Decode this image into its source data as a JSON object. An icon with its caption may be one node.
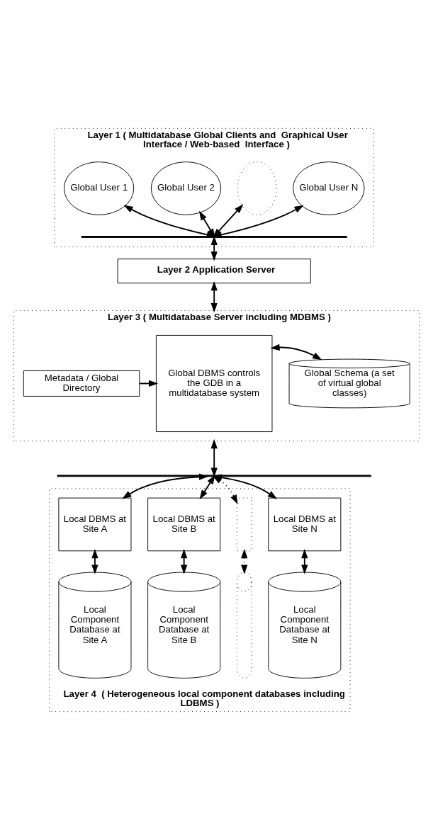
{
  "diagram": {
    "nodes": [
      {
        "text": [
          "Layer 1 ( Multidatabase Global Clients and  Graphical User Interface / Web-based  Interface )"
        ]
      },
      {
        "text": [
          "Global User 1"
        ],
        "in": 0
      },
      {
        "text": [
          "Global User 2"
        ],
        "in": 0
      },
      {
        "text": [],
        "shape": "ellipse",
        "in": 0
      },
      {
        "text": [
          "Global User N"
        ],
        "in": 0
      },
      {
        "text": [],
        "shape": "bar",
        "in": 0
      },
      {
        "text": [
          "Layer 2 Application Server"
        ]
      },
      {
        "text": [
          "Layer 3 ( Multidatabase Server including MDBMS )"
        ]
      },
      {
        "text": [
          "Global DBMS controls the GDB in a multidatabase system"
        ],
        "in": 7
      },
      {
        "text": [
          "Global Schema (a set of virtual global classes)"
        ],
        "in": 7
      },
      {
        "text": [
          "Metadata / Global Directory"
        ],
        "in": 7
      },
      {
        "text": [],
        "shape": "bar"
      },
      {
        "text": [
          "Layer 4  ( Heterogeneous local component databases including LDBMS )"
        ]
      },
      {
        "text": [
          "Local DBMS at Site A"
        ],
        "in": 12
      },
      {
        "text": [
          "Local DBMS at Site B"
        ],
        "in": 12
      },
      {
        "text": [],
        "shape": "box",
        "in": 12
      },
      {
        "text": [
          "Local DBMS at Site N"
        ],
        "in": 12
      },
      {
        "text": [
          "Local Component Database at Site A"
        ],
        "in": 12
      },
      {
        "text": [
          "Local Component Database at Site B"
        ],
        "in": 12
      },
      {
        "text": [],
        "shape": "cylinder",
        "in": 12
      },
      {
        "text": [
          "Local Component Database at Site N"
        ],
        "in": 12
      }
    ],
    "edges": [
      {
        "from": 1,
        "to": 5,
        "arrow": "both"
      },
      {
        "from": 2,
        "to": 5,
        "arrow": "both"
      },
      {
        "from": 3,
        "to": 5,
        "arrow": "both"
      },
      {
        "from": 4,
        "to": 5,
        "arrow": "both"
      },
      {
        "from": 5,
        "to": 6,
        "arrow": "both"
      },
      {
        "from": 6,
        "to": 7,
        "arrow": "both"
      },
      {
        "from": 8,
        "to": 9,
        "arrow": "both"
      },
      {
        "from": 10,
        "to": 8,
        "arrow": "to"
      },
      {
        "from": 7,
        "to": 11,
        "arrow": "both"
      },
      {
        "from": 11,
        "to": 13,
        "arrow": "both"
      },
      {
        "from": 11,
        "to": 14,
        "arrow": "both"
      },
      {
        "from": 11,
        "to": 15,
        "arrow": "both",
        "style": "dashed"
      },
      {
        "from": 11,
        "to": 16,
        "arrow": "both"
      },
      {
        "from": 13,
        "to": 17,
        "arrow": "both"
      },
      {
        "from": 14,
        "to": 18,
        "arrow": "both"
      },
      {
        "from": 15,
        "to": 19,
        "arrow": "both",
        "style": "dashed"
      },
      {
        "from": 16,
        "to": 20,
        "arrow": "both"
      }
    ]
  }
}
